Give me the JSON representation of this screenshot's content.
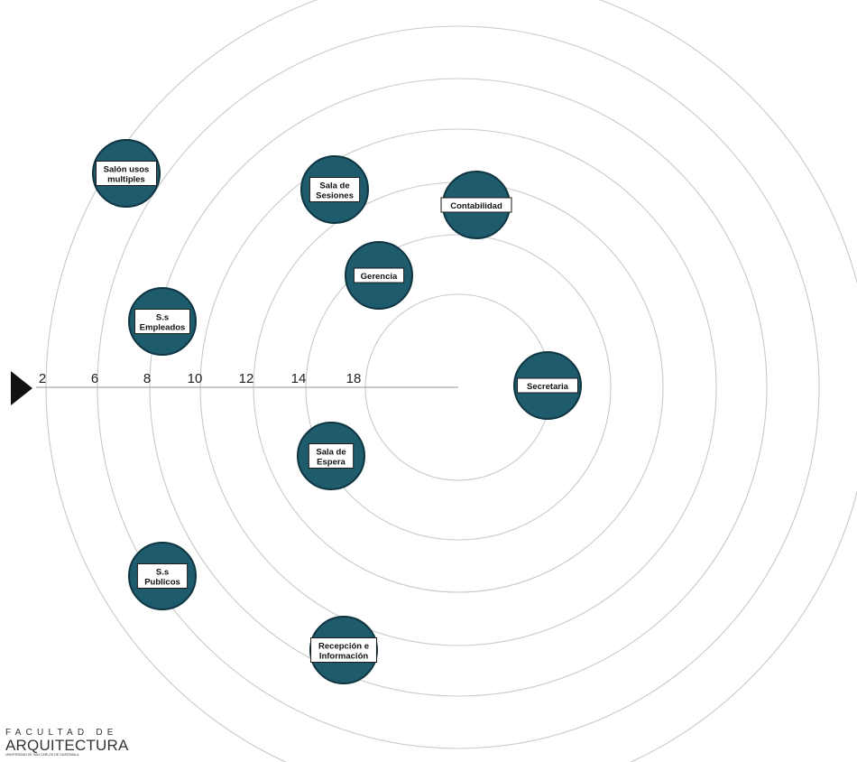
{
  "axis": {
    "ticks": [
      "2",
      "6",
      "8",
      "10",
      "12",
      "14",
      "18"
    ]
  },
  "nodes": [
    {
      "id": "salon-usos-multiples",
      "lines": [
        "Salón usos",
        "multiples"
      ],
      "ring": "2"
    },
    {
      "id": "sala-de-sesiones",
      "lines": [
        "Sala de",
        "Sesiones"
      ],
      "ring": "10"
    },
    {
      "id": "contabilidad",
      "lines": [
        "Contabilidad"
      ],
      "ring": "12"
    },
    {
      "id": "gerencia",
      "lines": [
        "Gerencia"
      ],
      "ring": "14"
    },
    {
      "id": "ss-empleados",
      "lines": [
        "S.s",
        "Empleados"
      ],
      "ring": "8"
    },
    {
      "id": "secretaria",
      "lines": [
        "Secretaria"
      ],
      "ring": "14"
    },
    {
      "id": "sala-de-espera",
      "lines": [
        "Sala de",
        "Espera"
      ],
      "ring": "14"
    },
    {
      "id": "ss-publicos",
      "lines": [
        "S.s",
        "Publicos"
      ],
      "ring": "6"
    },
    {
      "id": "recepcion-e-informacion",
      "lines": [
        "Recepción e",
        "Información"
      ],
      "ring": "8"
    }
  ],
  "logo": {
    "top": "FACULTAD DE",
    "main": "ARQUITECTURA",
    "sub": "UNIVERSIDAD DE SAN CARLOS DE GUATEMALA"
  },
  "colors": {
    "node_fill": "#1e5b6c",
    "ring_stroke": "#c9c9c9"
  }
}
